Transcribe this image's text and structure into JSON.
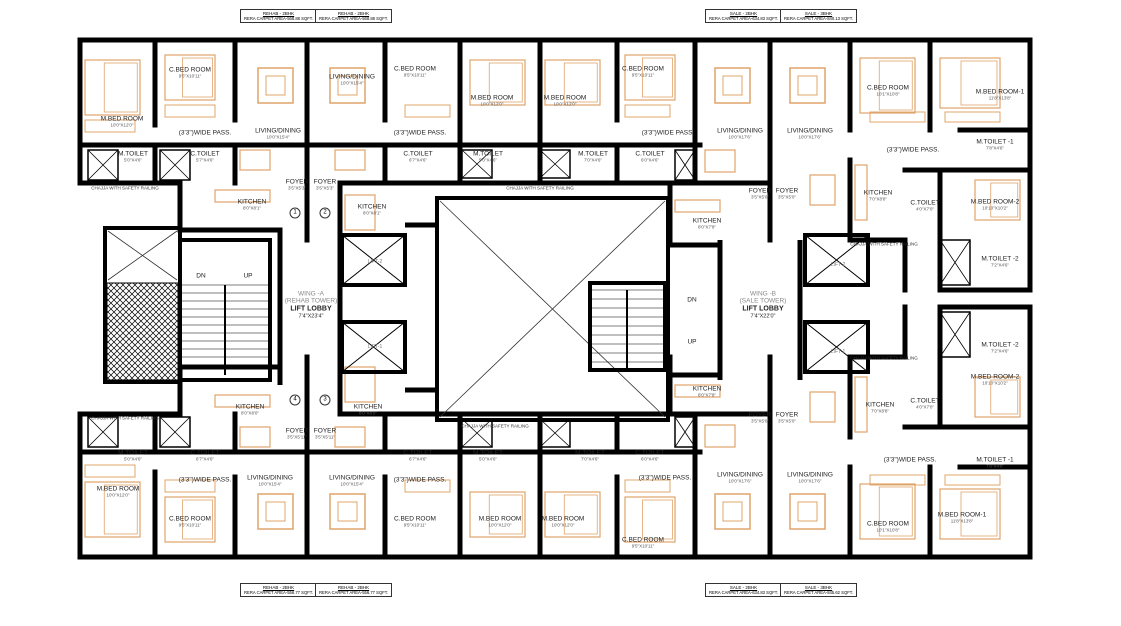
{
  "unit_areas": {
    "top": [
      {
        "title": "REHAB - 2BHK",
        "area": "RERA CARPET AREA-568.88 SQFT."
      },
      {
        "title": "REHAB - 2BHK",
        "area": "RERA CARPET AREA-568.88 SQFT."
      },
      {
        "title": "SALE - 2BHK",
        "area": "RERA CARPET AREA-634.83 SQFT."
      },
      {
        "title": "SALE - 3BHK",
        "area": "RERA CARPET AREA-840.13 SQFT."
      }
    ],
    "bottom": [
      {
        "title": "REHAB - 2BHK",
        "area": "RERA CARPET AREA-556.77 SQFT."
      },
      {
        "title": "REHAB - 2BHK",
        "area": "RERA CARPET AREA-556.77 SQFT."
      },
      {
        "title": "SALE - 2BHK",
        "area": "RERA CARPET AREA-634.83 SQFT."
      },
      {
        "title": "SALE - 3BHK",
        "area": "RERA CARPET AREA-845.62 SQFT."
      }
    ]
  },
  "wings": [
    {
      "wing": "WING -A",
      "tower": "(REHAB TOWER)",
      "name": "LIFT LOBBY",
      "dim": "7'4\"X23'4\""
    },
    {
      "wing": "WING -B",
      "tower": "(SALE TOWER)",
      "name": "LIFT LOBBY",
      "dim": "7'4\"X22'0\""
    }
  ],
  "stairs": [
    "DN",
    "UP",
    "DN",
    "UP"
  ],
  "lifts": [
    "LIFT-2",
    "LIFT-1",
    "LIFT-2",
    "LIFT-1"
  ],
  "markers": [
    "1",
    "2",
    "4",
    "3"
  ],
  "rooms": [
    {
      "name": "M.BED ROOM",
      "dim": "10'0\"X12'0\""
    },
    {
      "name": "C.BED ROOM",
      "dim": "9'5\"X10'11\""
    },
    {
      "name": "(3'3\")WIDE PASS.",
      "dim": ""
    },
    {
      "name": "LIVING/DINING",
      "dim": "10'0\"X15'4\""
    },
    {
      "name": "M.TOILET",
      "dim": "5'0\"X4'6\""
    },
    {
      "name": "C.TOILET",
      "dim": "5'7\"X4'6\""
    },
    {
      "name": "CHAJJA WITH SAFETY RAILING",
      "dim": ""
    },
    {
      "name": "KITCHEN",
      "dim": "8'0\"X8'1\""
    },
    {
      "name": "FOYER",
      "dim": "3'5\"X5'3\""
    },
    {
      "name": "FOYER",
      "dim": "3'5\"X5'3\""
    },
    {
      "name": "LIVING/DINING",
      "dim": "10'0\"X15'4\""
    },
    {
      "name": "C.BED ROOM",
      "dim": "9'5\"X10'11\""
    },
    {
      "name": "(3'3\")WIDE PASS.",
      "dim": ""
    },
    {
      "name": "KITCHEN",
      "dim": "8'0\"X8'1\""
    },
    {
      "name": "C.TOILET",
      "dim": "6'7\"X4'6\""
    },
    {
      "name": "M.TOILET",
      "dim": "5'0\"X4'6\""
    },
    {
      "name": "M.BED ROOM",
      "dim": "10'0\"X12'0\""
    },
    {
      "name": "M.BED ROOM",
      "dim": "10'0\"X12'0\""
    },
    {
      "name": "CHAJJA WITH SAFETY RAILING",
      "dim": ""
    },
    {
      "name": "M.TOILET",
      "dim": "7'0\"X4'6\""
    },
    {
      "name": "C.TOILET",
      "dim": "6'0\"X4'6\""
    },
    {
      "name": "C.BED ROOM",
      "dim": "9'5\"X10'11\""
    },
    {
      "name": "(3'3\")WIDE PASS.",
      "dim": ""
    },
    {
      "name": "LIVING/DINING",
      "dim": "10'0\"X17'6\""
    },
    {
      "name": "LIVING/DINING",
      "dim": "10'0\"X17'6\""
    },
    {
      "name": "KITCHEN",
      "dim": "8'0\"X7'8\""
    },
    {
      "name": "FOYER",
      "dim": "3'5\"X5'0\""
    },
    {
      "name": "FOYER",
      "dim": "3'5\"X5'0\""
    },
    {
      "name": "C.BED ROOM",
      "dim": "10'1\"X10'8\""
    },
    {
      "name": "M.BED ROOM-1",
      "dim": "11'8\"X13'8\""
    },
    {
      "name": "(3'3\")WIDE PASS.",
      "dim": ""
    },
    {
      "name": "KITCHEN",
      "dim": "7'0\"X8'8\""
    },
    {
      "name": "C.TOILET",
      "dim": "4'0\"X7'0\""
    },
    {
      "name": "M.TOILET -1",
      "dim": "7'8\"X4'6\""
    },
    {
      "name": "M.BED ROOM-2",
      "dim": "10'10\"X10'2\""
    },
    {
      "name": "CHAJJA WITH SAFETY RAILING",
      "dim": ""
    },
    {
      "name": "M.TOILET -2",
      "dim": "7'2\"X4'6\""
    },
    {
      "name": "KITCHEN",
      "dim": "8'0\"X8'0\""
    },
    {
      "name": "KITCHEN",
      "dim": "8'0\"X8'0\""
    },
    {
      "name": "FOYER",
      "dim": "3'5\"X5'11\""
    },
    {
      "name": "FOYER",
      "dim": "3'5\"X5'11\""
    },
    {
      "name": "CHAJJA WITH SAFETY RAILING",
      "dim": ""
    },
    {
      "name": "CHAJJA WITH SAFETY RAILING",
      "dim": ""
    },
    {
      "name": "M.TOILET",
      "dim": "5'0\"X4'6\""
    },
    {
      "name": "C.TOILET",
      "dim": "6'7\"X4'6\""
    },
    {
      "name": "M.BED ROOM",
      "dim": "10'0\"X12'0\""
    },
    {
      "name": "(3'3\")WIDE PASS.",
      "dim": ""
    },
    {
      "name": "C.BED ROOM",
      "dim": "9'5\"X10'11\""
    },
    {
      "name": "LIVING/DINING",
      "dim": "10'0\"X15'4\""
    },
    {
      "name": "LIVING/DINING",
      "dim": "10'0\"X15'4\""
    },
    {
      "name": "C.TOILET",
      "dim": "6'7\"X4'6\""
    },
    {
      "name": "M.TOILET",
      "dim": "5'0\"X4'6\""
    },
    {
      "name": "(3'3\")WIDE PASS.",
      "dim": ""
    },
    {
      "name": "C.BED ROOM",
      "dim": "9'5\"X10'11\""
    },
    {
      "name": "M.BED ROOM",
      "dim": "10'0\"X12'0\""
    },
    {
      "name": "M.BED ROOM",
      "dim": "10'0\"X12'0\""
    },
    {
      "name": "M.TOILET",
      "dim": "7'0\"X4'6\""
    },
    {
      "name": "C.TOILET",
      "dim": "6'0\"X4'6\""
    },
    {
      "name": "(3'3\")WIDE PASS.",
      "dim": ""
    },
    {
      "name": "C.BED ROOM",
      "dim": "9'5\"X10'11\""
    },
    {
      "name": "KITCHEN",
      "dim": "8'0\"X7'8\""
    },
    {
      "name": "FOYER",
      "dim": "3'5\"X5'0\""
    },
    {
      "name": "FOYER",
      "dim": "3'5\"X5'0\""
    },
    {
      "name": "LIVING/DINING",
      "dim": "10'0\"X17'6\""
    },
    {
      "name": "LIVING/DINING",
      "dim": "10'0\"X17'6\""
    },
    {
      "name": "CHAJJA WITH SAFETY RAILING",
      "dim": ""
    },
    {
      "name": "M.TOILET -2",
      "dim": "7'2\"X4'6\""
    },
    {
      "name": "M.BED ROOM-2",
      "dim": "10'10\"X10'2\""
    },
    {
      "name": "KITCHEN",
      "dim": "7'0\"X8'8\""
    },
    {
      "name": "C.TOILET",
      "dim": "4'0\"X7'0\""
    },
    {
      "name": "(3'3\")WIDE PASS.",
      "dim": ""
    },
    {
      "name": "M.TOILET -1",
      "dim": "7'8\"X4'6\""
    },
    {
      "name": "C.BED ROOM",
      "dim": "10'1\"X10'8\""
    },
    {
      "name": "M.BED ROOM-1",
      "dim": "11'8\"X13'8\""
    }
  ],
  "colors": {
    "walls": "#000000",
    "furniture": "#e0a46a",
    "void_lines": "#333333"
  }
}
